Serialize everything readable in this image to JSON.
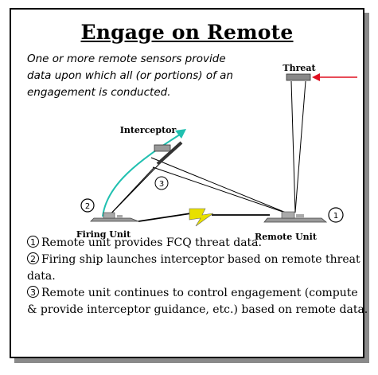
{
  "title": "Engage on Remote",
  "intro": "One or more remote sensors provide data upon which all (or portions) of an engagement is conducted.",
  "diagram": {
    "labels": {
      "threat": "Threat",
      "interceptor": "Interceptor",
      "firing_unit": "Firing Unit",
      "remote_unit": "Remote Unit"
    },
    "markers": {
      "one": "1",
      "two": "2",
      "three": "3"
    },
    "colors": {
      "threat_arrow": "#e01020",
      "intercept_path": "#20c0b0",
      "link": "#e8e000"
    }
  },
  "notes": [
    {
      "num": "1",
      "text": "Remote unit provides FCQ threat data."
    },
    {
      "num": "2",
      "text": "Firing ship launches interceptor based on remote threat data."
    },
    {
      "num": "3",
      "text": "Remote unit continues to control engagement (compute & provide interceptor guidance, etc.) based on remote data."
    }
  ]
}
